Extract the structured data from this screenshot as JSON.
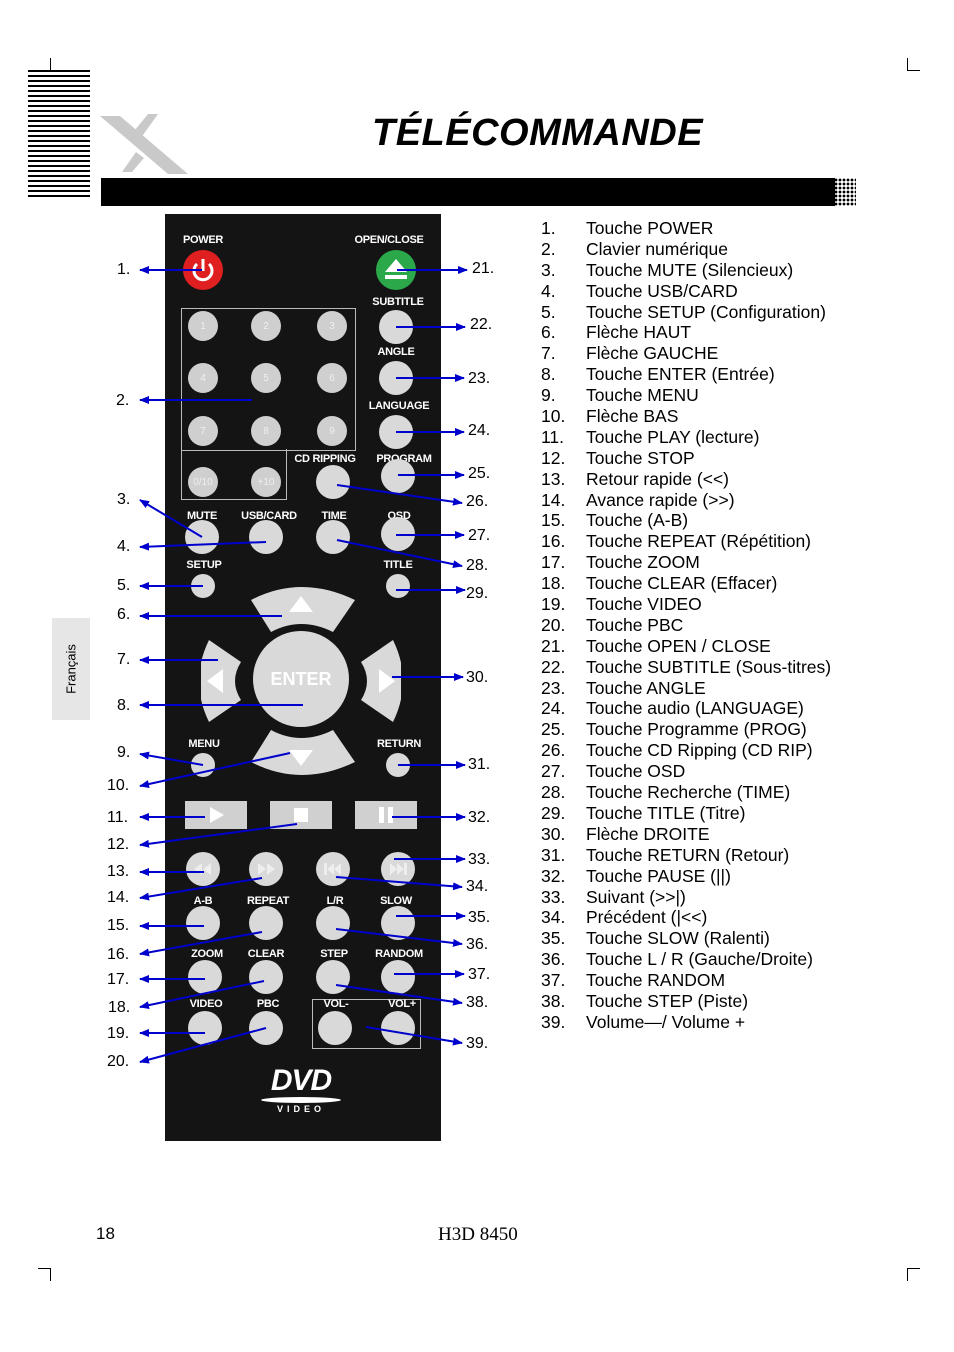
{
  "header": {
    "title": "TÉLÉCOMMANDE"
  },
  "sidebar": {
    "language_tab": "Français"
  },
  "remote": {
    "labels": {
      "power": "POWER",
      "open_close": "OPEN/CLOSE",
      "subtitle": "SUBTITLE",
      "angle": "ANGLE",
      "language": "LANGUAGE",
      "cd_ripping": "CD RIPPING",
      "program": "PROGRAM",
      "mute": "MUTE",
      "usb_card": "USB/CARD",
      "time": "TIME",
      "osd": "OSD",
      "setup": "SETUP",
      "title": "TITLE",
      "enter": "ENTER",
      "menu": "MENU",
      "return": "RETURN",
      "ab": "A-B",
      "repeat": "REPEAT",
      "lr": "L/R",
      "slow": "SLOW",
      "zoom": "ZOOM",
      "clear": "CLEAR",
      "step": "STEP",
      "random": "RANDOM",
      "video": "VIDEO",
      "pbc": "PBC",
      "vol_minus": "VOL-",
      "vol_plus": "VOL+",
      "dvd_logo": "DVD",
      "dvd_video": "VIDEO"
    },
    "numpad": [
      "1",
      "2",
      "3",
      "4",
      "5",
      "6",
      "7",
      "8",
      "9",
      "0/10",
      "+10"
    ]
  },
  "callouts": [
    "1.",
    "2.",
    "3.",
    "4.",
    "5.",
    "6.",
    "7.",
    "8.",
    "9.",
    "10.",
    "11.",
    "12.",
    "13.",
    "14.",
    "15.",
    "16.",
    "17.",
    "18.",
    "19.",
    "20.",
    "21.",
    "22.",
    "23.",
    "24.",
    "25.",
    "26.",
    "27.",
    "28.",
    "29.",
    "30.",
    "31.",
    "32.",
    "33.",
    "34.",
    "35.",
    "36.",
    "37.",
    "38.",
    "39."
  ],
  "legend": [
    {
      "num": "1.",
      "text": "Touche POWER"
    },
    {
      "num": "2.",
      "text": "Clavier numérique"
    },
    {
      "num": "3.",
      "text": "Touche MUTE (Silencieux)"
    },
    {
      "num": "4.",
      "text": "Touche USB/CARD"
    },
    {
      "num": "5.",
      "text": "Touche SETUP (Configuration)"
    },
    {
      "num": "6.",
      "text": "Flèche HAUT"
    },
    {
      "num": "7.",
      "text": "Flèche GAUCHE"
    },
    {
      "num": "8.",
      "text": "Touche ENTER (Entrée)"
    },
    {
      "num": "9.",
      "text": "Touche MENU"
    },
    {
      "num": "10.",
      "text": "Flèche BAS"
    },
    {
      "num": "11.",
      "text": "Touche PLAY (lecture)"
    },
    {
      "num": "12.",
      "text": "Touche STOP"
    },
    {
      "num": "13.",
      "text": "Retour rapide (<<)"
    },
    {
      "num": "14.",
      "text": "Avance rapide (>>)"
    },
    {
      "num": "15.",
      "text": "Touche (A-B)"
    },
    {
      "num": "16.",
      "text": "Touche REPEAT (Répétition)"
    },
    {
      "num": "17.",
      "text": "Touche ZOOM"
    },
    {
      "num": "18.",
      "text": "Touche CLEAR (Effacer)"
    },
    {
      "num": "19.",
      "text": "Touche VIDEO"
    },
    {
      "num": "20.",
      "text": "Touche PBC"
    },
    {
      "num": "21.",
      "text": "Touche OPEN / CLOSE"
    },
    {
      "num": "22.",
      "text": "Touche SUBTITLE (Sous-titres)"
    },
    {
      "num": "23.",
      "text": "Touche ANGLE"
    },
    {
      "num": "24.",
      "text": "Touche audio (LANGUAGE)"
    },
    {
      "num": "25.",
      "text": "Touche Programme (PROG)"
    },
    {
      "num": "26.",
      "text": "Touche CD Ripping (CD RIP)"
    },
    {
      "num": "27.",
      "text": "Touche OSD"
    },
    {
      "num": "28.",
      "text": "Touche Recherche (TIME)"
    },
    {
      "num": "29.",
      "text": "Touche TITLE (Titre)"
    },
    {
      "num": "30.",
      "text": "Flèche DROITE"
    },
    {
      "num": "31.",
      "text": "Touche RETURN (Retour)"
    },
    {
      "num": "32.",
      "text": "Touche PAUSE (||)"
    },
    {
      "num": "33.",
      "text": "Suivant  (>>|)"
    },
    {
      "num": "34.",
      "text": "Précédent (|<<)"
    },
    {
      "num": "35.",
      "text": "Touche SLOW (Ralenti)"
    },
    {
      "num": "36.",
      "text": "Touche L / R (Gauche/Droite)"
    },
    {
      "num": "37.",
      "text": "Touche RANDOM"
    },
    {
      "num": "38.",
      "text": "Touche STEP (Piste)"
    },
    {
      "num": "39.",
      "text": "Volume—/ Volume +"
    }
  ],
  "footer": {
    "page_number": "18",
    "model": "H3D 8450"
  },
  "colors": {
    "arrow": "#0000cc",
    "power_button": "#e02020",
    "open_close_button": "#2aa84a"
  }
}
